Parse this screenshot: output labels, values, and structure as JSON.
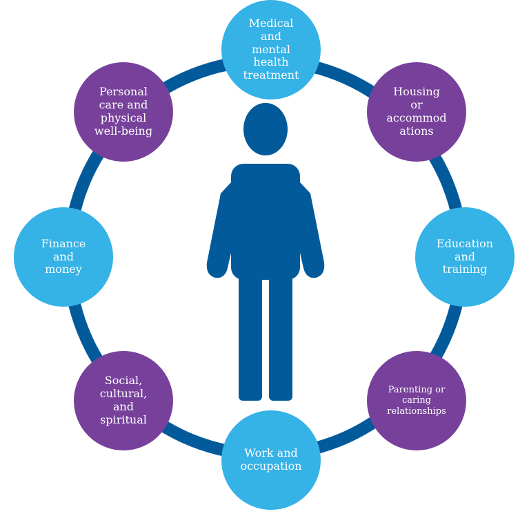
{
  "colors": {
    "ring": "#035A9B",
    "person": "#035A9B",
    "blue_node": "#35B2E6",
    "purple_node": "#77419B",
    "text": "#FFFFFF"
  },
  "center": {
    "icon": "person-icon"
  },
  "nodes": {
    "medical": "Medical\nand\nmental\nhealth\ntreatment",
    "housing": "Housing\nor\naccommod\nations",
    "education": "Education\nand\ntraining",
    "parenting": "Parenting or\ncaring\nrelationships",
    "work": "Work and\noccupation",
    "social": "Social,\ncultural,\nand\nspiritual",
    "finance": "Finance\nand\nmoney",
    "personal_care": "Personal\ncare and\nphysical\nwell-being"
  }
}
